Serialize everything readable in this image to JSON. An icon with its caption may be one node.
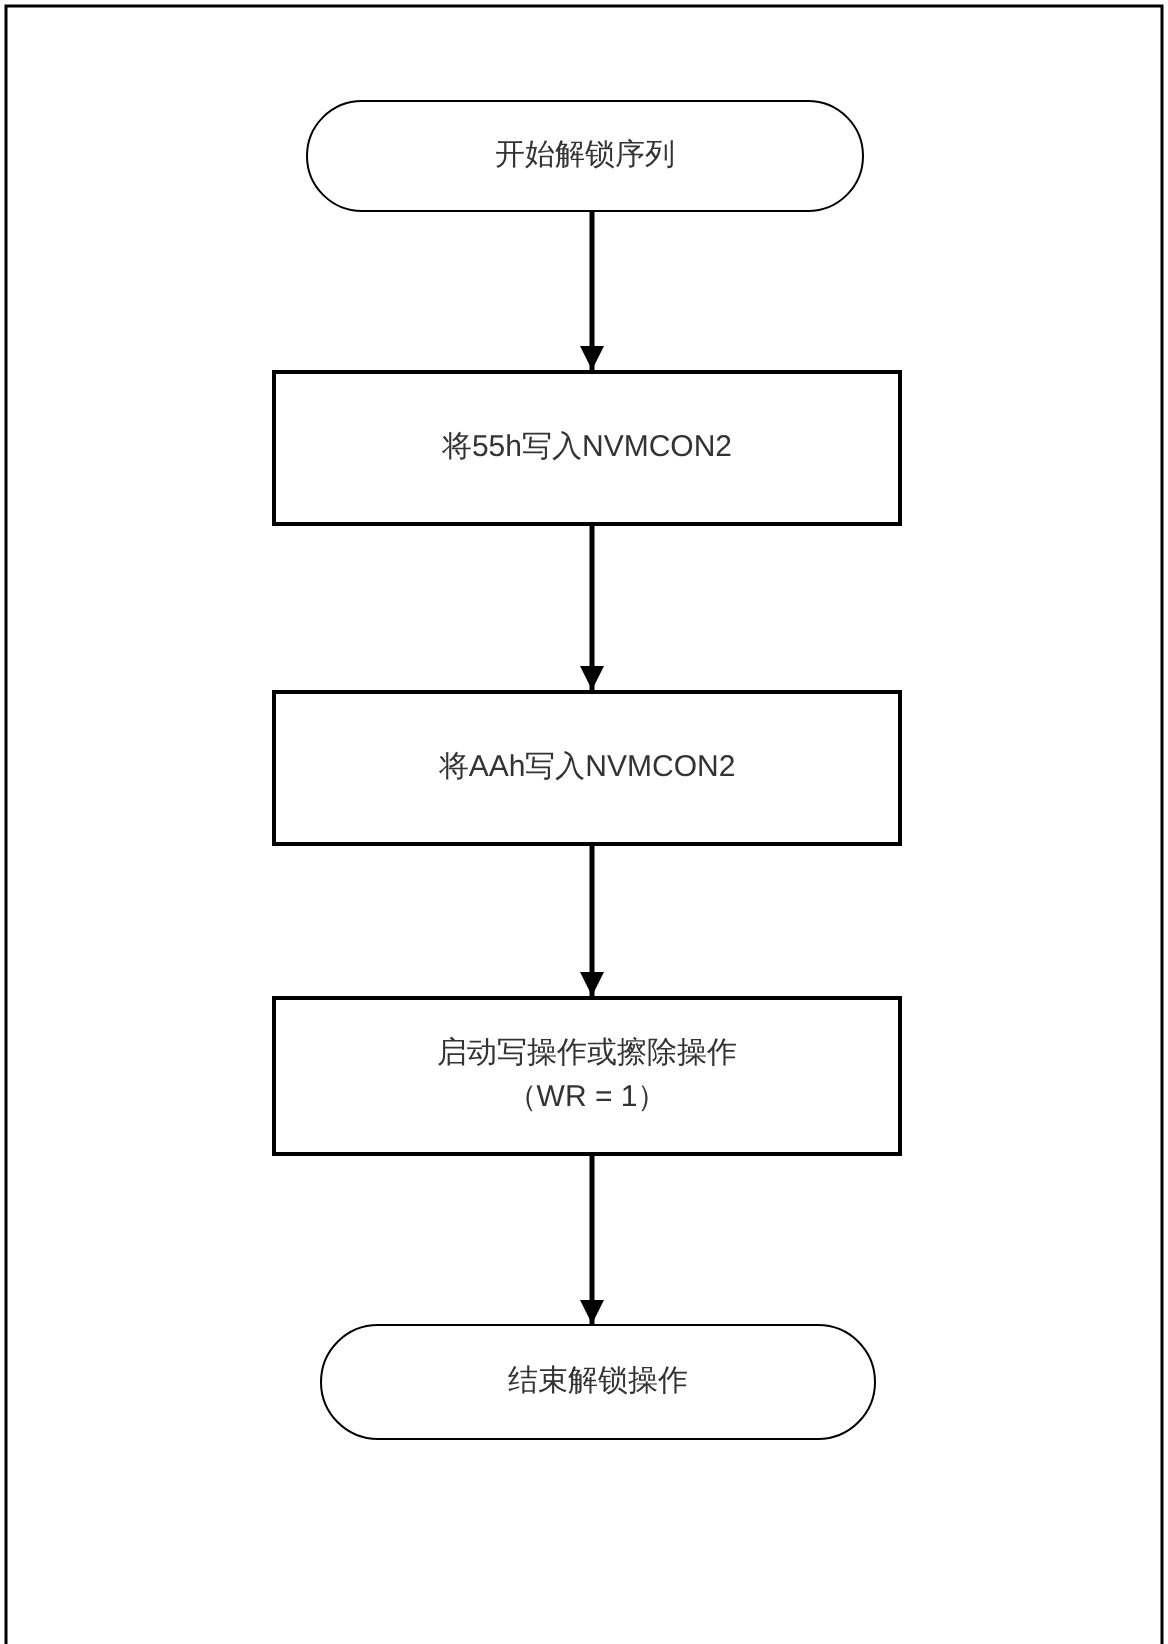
{
  "diagram": {
    "nodes": [
      {
        "text": [
          "开始解锁序列"
        ]
      },
      {
        "text": [
          "将55h写入NVMCON2"
        ]
      },
      {
        "text": [
          "将AAh写入NVMCON2"
        ]
      },
      {
        "text": [
          "启动写操作或擦除操作",
          "（WR = 1）"
        ]
      },
      {
        "text": [
          "结束解锁操作"
        ]
      }
    ],
    "edges": [
      {
        "from": 0,
        "to": 1,
        "arrow": "to"
      },
      {
        "from": 1,
        "to": 2,
        "arrow": "to"
      },
      {
        "from": 2,
        "to": 3,
        "arrow": "to"
      },
      {
        "from": 3,
        "to": 4,
        "arrow": "to"
      }
    ]
  }
}
